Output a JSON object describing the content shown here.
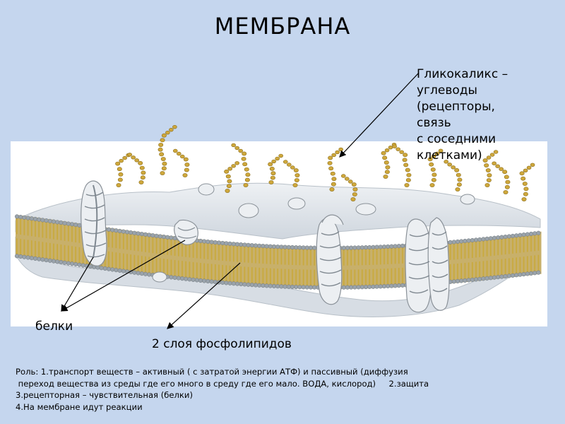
{
  "title": "МЕМБРАНА",
  "labels": {
    "glycocalyx": [
      "Гликокаликс –",
      "углеводы",
      "(рецепторы,",
      "связь",
      "с соседними",
      "клетками)"
    ],
    "proteins": "белки",
    "phospholipids": "2 слоя фосфолипидов"
  },
  "roles": [
    "Роль: 1.транспорт веществ – активный ( с затратой энергии АТФ) и пассивный (диффузия",
    " переход вещества из среды где его много в среду где его мало. ВОДА, кислород)     2.защита",
    "3.рецепторная – чувствительная (белки)",
    "4.На мембране идут реакции"
  ],
  "colors": {
    "background": "#c5d6ee",
    "panel": "#ffffff",
    "membrane_surface": "#dfe4ea",
    "lipid_tail": "#c9a93a",
    "lipid_head": "#9aa3ab",
    "protein": "#e9ecef",
    "carbohydrate": "#cfa83c"
  }
}
